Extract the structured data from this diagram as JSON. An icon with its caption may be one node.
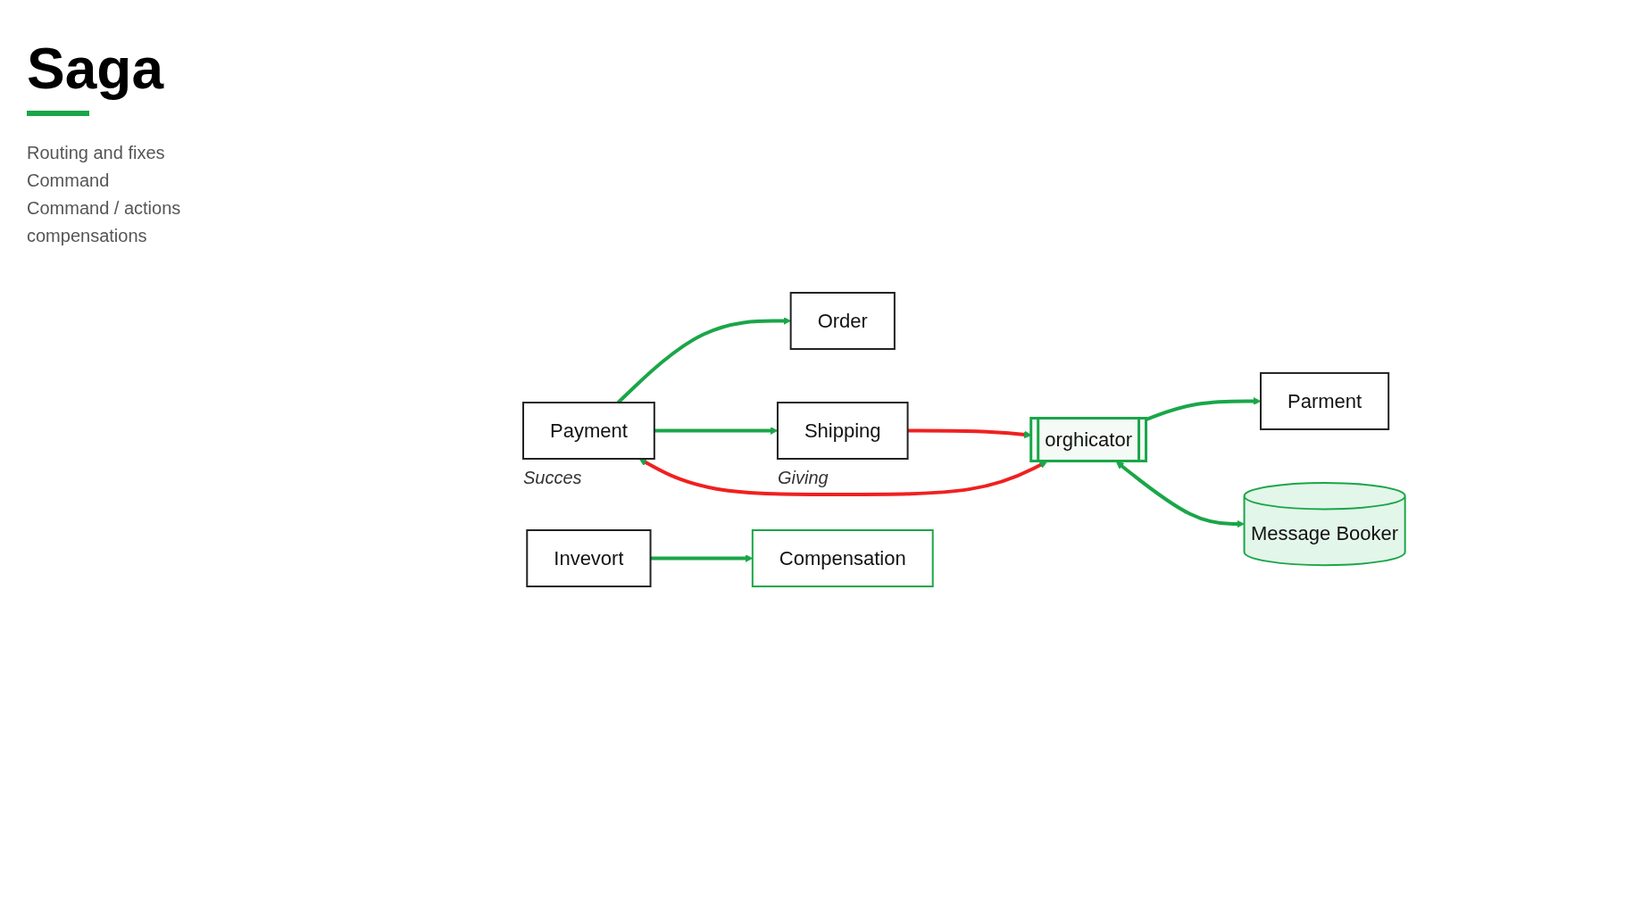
{
  "diagram": {
    "title": "Saga",
    "nodes": [
      {
        "text": [
          "Parment"
        ]
      },
      {
        "text": [
          "Invevort"
        ]
      },
      {
        "text": [
          "Order"
        ]
      },
      {
        "text": [
          "Payment"
        ],
        "beside": [
          "Succes"
        ]
      },
      {
        "text": [
          "Shipping"
        ],
        "beside": [
          "Giving"
        ]
      },
      {
        "text": [
          "orghicator"
        ]
      },
      {
        "text": [
          "Message Booker"
        ]
      },
      {
        "text": [
          "Compensation"
        ]
      }
    ],
    "edges": [
      {
        "from": 5,
        "to": 0,
        "arrow": "to"
      },
      {
        "from": 1,
        "to": 7,
        "arrow": "to"
      },
      {
        "from": 5,
        "to": 3,
        "arrow": "both",
        "color": "#f02020"
      },
      {
        "from": 4,
        "to": 5,
        "arrow": "to",
        "color": "#f02020"
      },
      {
        "from": 3,
        "to": 2,
        "arrow": "to"
      },
      {
        "from": 3,
        "to": 4,
        "arrow": "to"
      },
      {
        "from": 5,
        "to": 6,
        "arrow": "both"
      }
    ],
    "labels": [
      "Routing and fixes",
      "Command",
      "Command / actions",
      "compensations"
    ]
  }
}
